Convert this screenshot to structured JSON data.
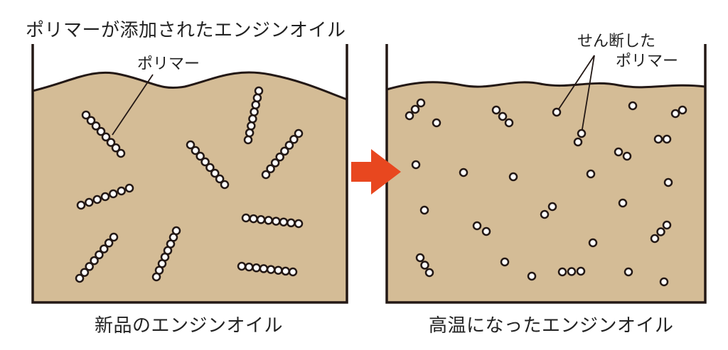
{
  "title_left": "ポリマーが添加されたエンジンオイル",
  "label_polymer": "ポリマー",
  "label_sheared_line1": "せん断した",
  "label_sheared_line2": "ポリマー",
  "caption_left": "新品のエンジンオイル",
  "caption_right": "高温になったエンジンオイル",
  "colors": {
    "oil": "#d4bc96",
    "outline": "#231815",
    "arrow": "#e8471f",
    "bead_fill": "#ffffff"
  }
}
